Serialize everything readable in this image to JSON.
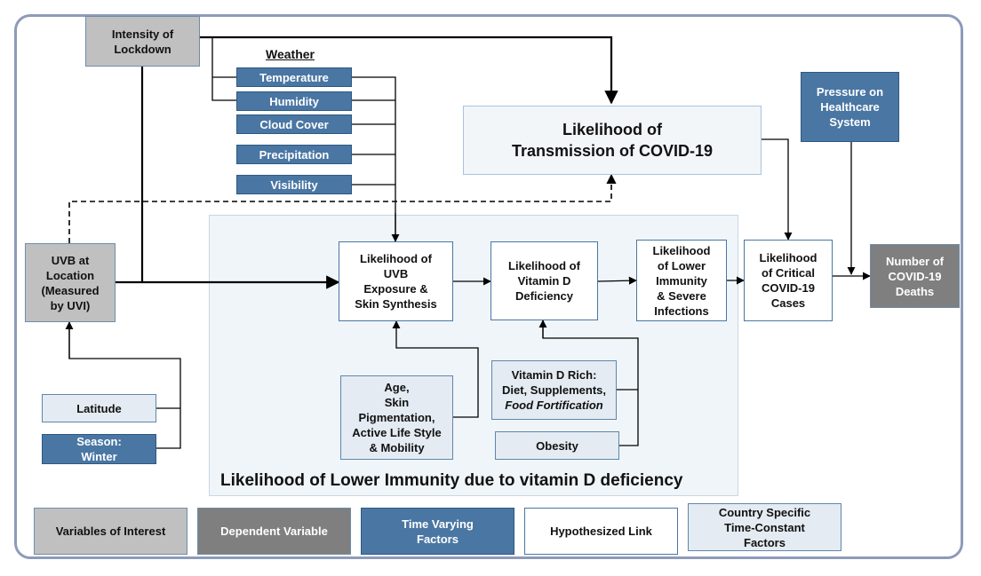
{
  "nodes": {
    "lockdown": "Intensity of\nLockdown",
    "weather_title": "Weather",
    "temperature": "Temperature",
    "humidity": "Humidity",
    "cloud_cover": "Cloud Cover",
    "precipitation": "Precipitation",
    "visibility": "Visibility",
    "transmission": "Likelihood of\nTransmission of COVID-19",
    "pressure": "Pressure on\nHealthcare\nSystem",
    "uvb_location": "UVB at\nLocation\n(Measured\nby UVI)",
    "uvb_exposure": "Likelihood of\nUVB\nExposure &\nSkin Synthesis",
    "vitd_deficiency": "Likelihood of\nVitamin D\nDeficiency",
    "lower_immunity": "Likelihood\nof Lower\nImmunity\n& Severe\nInfections",
    "critical_cases": "Likelihood\nof Critical\nCOVID-19\nCases",
    "deaths": "Number of\nCOVID-19\nDeaths",
    "latitude": "Latitude",
    "season": "Season:\nWinter",
    "age": "Age,\nSkin\nPigmentation,\nActive Life Style\n& Mobility",
    "vitd_rich_line1": "Vitamin D Rich:\nDiet, Supplements,",
    "vitd_rich_line2": "Food Fortification",
    "obesity": "Obesity",
    "region_title": "Likelihood of Lower Immunity  due to vitamin D deficiency"
  },
  "legend": {
    "interest": "Variables of Interest",
    "dependent": "Dependent Variable",
    "time_varying": "Time Varying\nFactors",
    "hypothesized": "Hypothesized Link",
    "country": "Country Specific\nTime-Constant\nFactors"
  },
  "colors": {
    "variables_of_interest": "#c0c0c0",
    "dependent_variable": "#7f7f7f",
    "time_varying": "#4a76a3",
    "country_specific": "#e4ebf2",
    "frame": "#8e9bb9"
  }
}
